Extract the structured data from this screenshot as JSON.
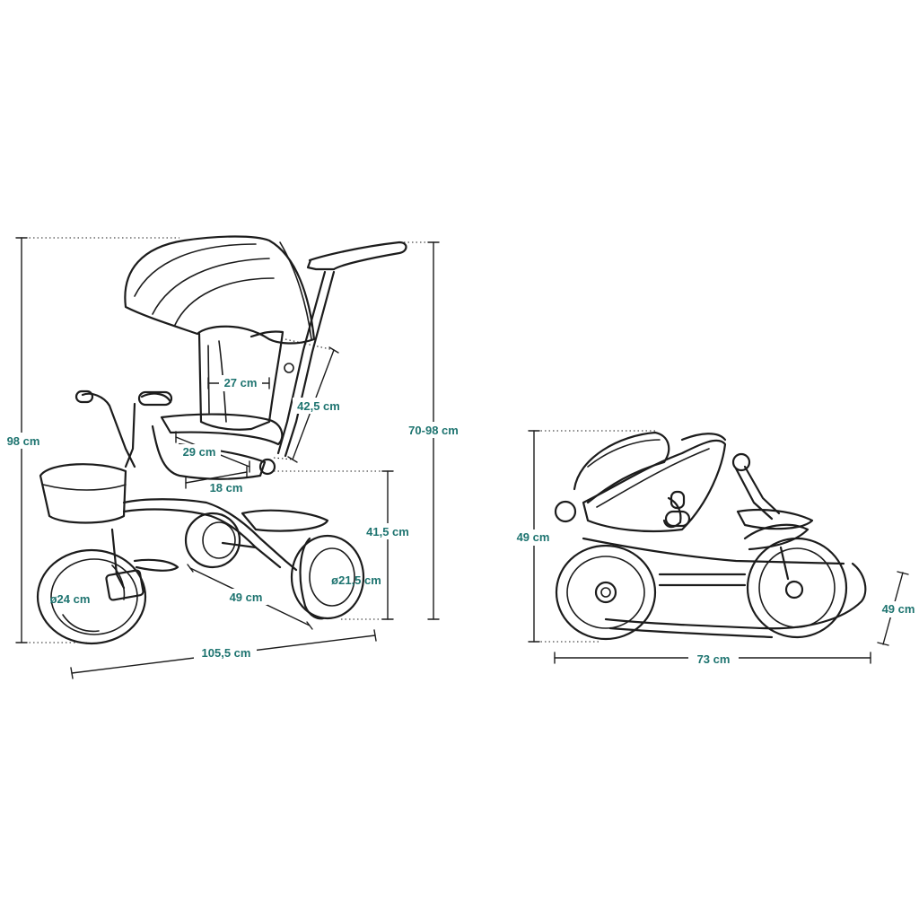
{
  "label_color": "#1e7470",
  "line_color": "#1c1c1c",
  "labels": {
    "height_total": "98 cm",
    "canopy_width": "27 cm",
    "backrest_height": "42,5 cm",
    "handle_height": "70-98 cm",
    "seat_width": "29 cm",
    "seat_depth": "18 cm",
    "seat_height": "41,5 cm",
    "front_wheel": "ø24 cm",
    "rear_wheel": "ø21,5 cm",
    "width": "49 cm",
    "length": "105,5 cm",
    "folded_height": "49 cm",
    "folded_length": "73 cm",
    "folded_width": "49 cm"
  }
}
